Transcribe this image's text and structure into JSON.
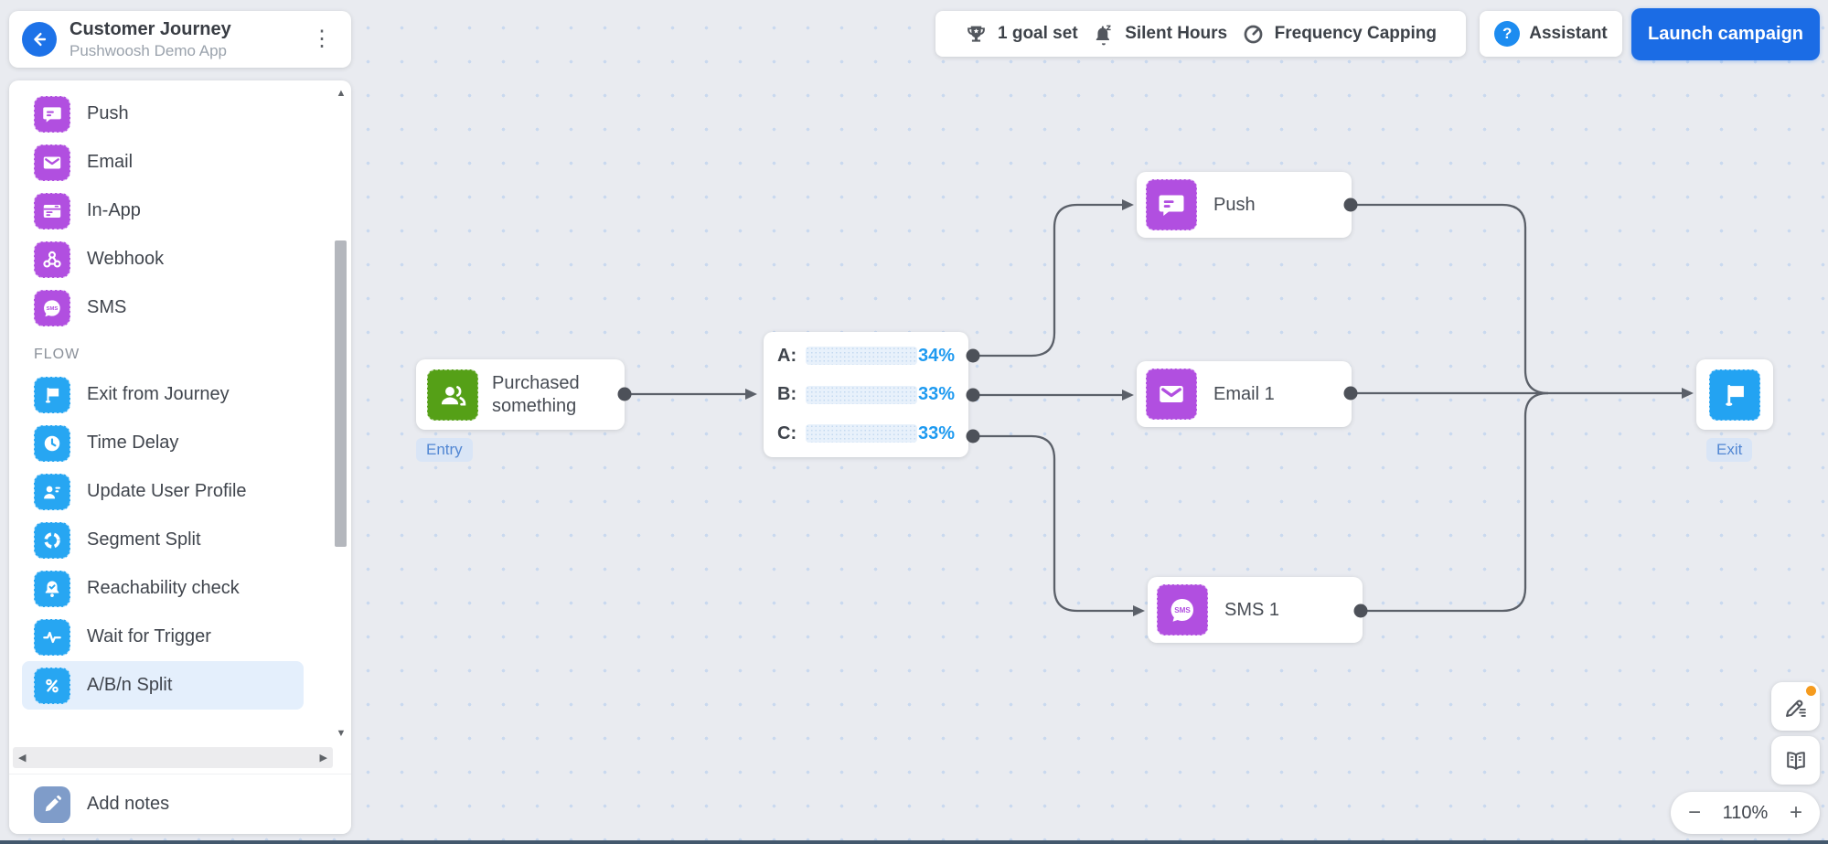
{
  "header": {
    "title": "Customer Journey",
    "subtitle": "Pushwoosh Demo App"
  },
  "toolbar": {
    "goal_label": "1 goal set",
    "silent_hours_label": "Silent Hours",
    "frequency_capping_label": "Frequency Capping",
    "assistant_label": "Assistant",
    "assistant_glyph": "?",
    "launch_label": "Launch campaign"
  },
  "sidebar": {
    "channels": [
      {
        "label": "Push",
        "icon": "push-icon"
      },
      {
        "label": "Email",
        "icon": "email-icon"
      },
      {
        "label": "In-App",
        "icon": "inapp-icon"
      },
      {
        "label": "Webhook",
        "icon": "webhook-icon"
      },
      {
        "label": "SMS",
        "icon": "sms-icon"
      }
    ],
    "flow_section_label": "FLOW",
    "flow_items": [
      {
        "label": "Exit from Journey",
        "icon": "flag-icon"
      },
      {
        "label": "Time Delay",
        "icon": "clock-icon"
      },
      {
        "label": "Update User Profile",
        "icon": "user-profile-icon"
      },
      {
        "label": "Segment Split",
        "icon": "segment-split-icon"
      },
      {
        "label": "Reachability check",
        "icon": "bell-check-icon"
      },
      {
        "label": "Wait for Trigger",
        "icon": "pulse-icon"
      },
      {
        "label": "A/B/n Split",
        "icon": "percent-icon",
        "selected": true
      }
    ],
    "add_notes_label": "Add notes"
  },
  "canvas": {
    "entry_node": {
      "title": "Purchased something",
      "badge": "Entry"
    },
    "split_node": {
      "rows": [
        {
          "label": "A:",
          "pct": "34%",
          "value": 34
        },
        {
          "label": "B:",
          "pct": "33%",
          "value": 33
        },
        {
          "label": "C:",
          "pct": "33%",
          "value": 33
        }
      ]
    },
    "push_node": {
      "label": "Push"
    },
    "email_node": {
      "label": "Email 1"
    },
    "sms_node": {
      "label": "SMS 1"
    },
    "exit_node": {
      "badge": "Exit"
    }
  },
  "zoom_control": {
    "minus": "−",
    "level": "110%",
    "plus": "+"
  },
  "colors": {
    "accent_blue": "#1b6ce5",
    "flow_blue": "#27a6f2",
    "channel_purple": "#b14fe0",
    "entry_green": "#55a017",
    "edge_gray": "#5b6069",
    "badge_orange": "#f59b1e"
  }
}
